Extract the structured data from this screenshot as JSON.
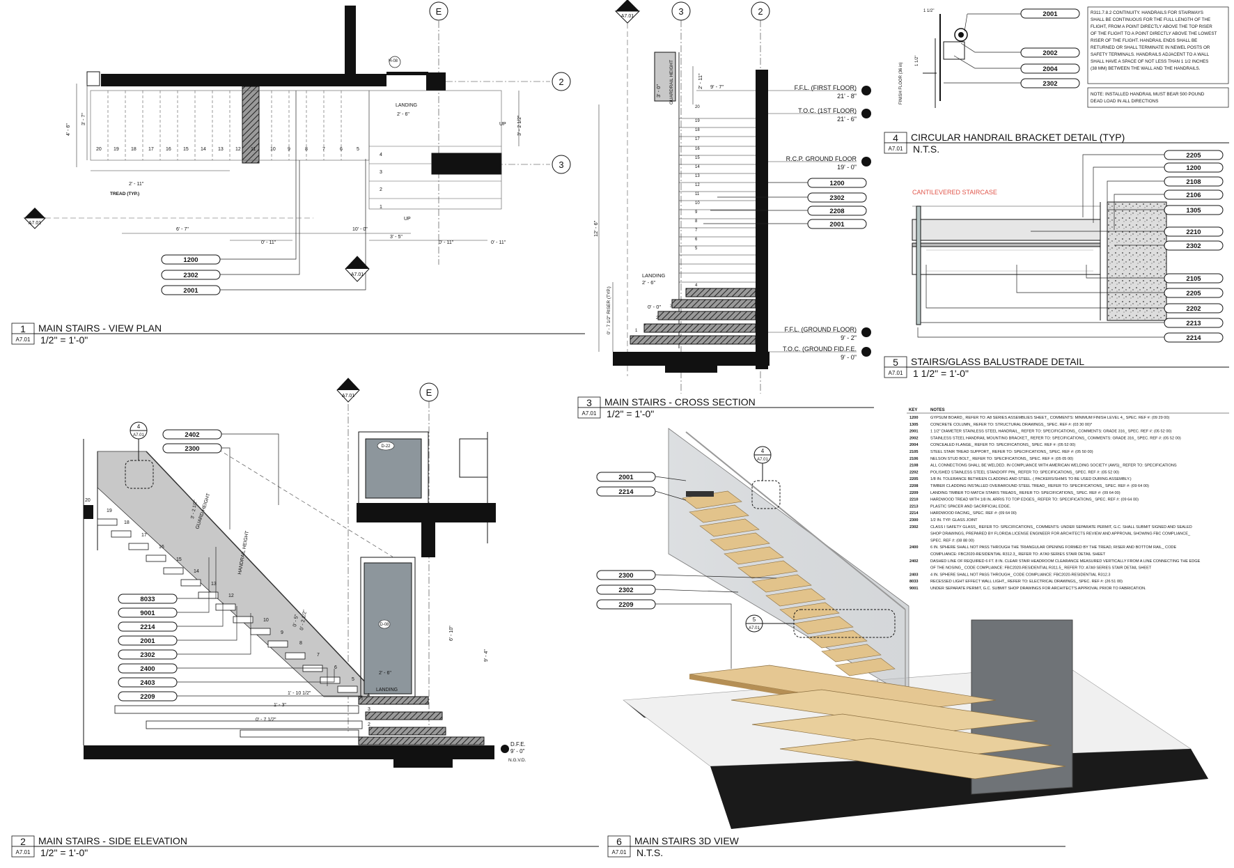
{
  "panels": {
    "p1": {
      "number": "1",
      "sheet": "A7.01",
      "title": "MAIN STAIRS - VIEW PLAN",
      "scale": "1/2\" = 1'-0\""
    },
    "p2": {
      "number": "2",
      "sheet": "A7.01",
      "title": "MAIN STAIRS - SIDE ELEVATION",
      "scale": "1/2\" = 1'-0\""
    },
    "p3": {
      "number": "3",
      "sheet": "A7.01",
      "title": "MAIN STAIRS - CROSS SECTION",
      "scale": "1/2\" = 1'-0\""
    },
    "p4": {
      "number": "4",
      "sheet": "A7.01",
      "title": "CIRCULAR HANDRAIL BRACKET DETAIL (TYP)",
      "scale": "N.T.S."
    },
    "p5": {
      "number": "5",
      "sheet": "A7.01",
      "title": "STAIRS/GLASS BALUSTRADE DETAIL",
      "scale": "1 1/2\" = 1'-0\""
    },
    "p6": {
      "number": "6",
      "sheet": "A7.01",
      "title": "MAIN STAIRS 3D VIEW",
      "scale": "N.T.S."
    }
  },
  "grid_bubbles": {
    "e": "E",
    "three": "3",
    "two": "2"
  },
  "section_markers": {
    "m2": {
      "num": "2",
      "sheet": "A7.01"
    },
    "m3": {
      "num": "3",
      "sheet": "A7.01"
    },
    "m4": {
      "num": "4",
      "sheet": "A7.01"
    },
    "m5": {
      "num": "5",
      "sheet": "A7.01"
    }
  },
  "plan": {
    "callouts": [
      "1200",
      "2302",
      "2001"
    ],
    "treads": [
      "20",
      "19",
      "18",
      "17",
      "16",
      "15",
      "14",
      "13",
      "12",
      "11",
      "10",
      "9",
      "8",
      "7",
      "6",
      "5"
    ],
    "lower_treads": [
      "4",
      "3",
      "2",
      "1"
    ],
    "labels": {
      "tread_typ": "TREAD (TYP.)",
      "landing": "LANDING",
      "up": "UP",
      "up2": "UP",
      "dim_4_6": "4' - 6\"",
      "dim_3_7": "3' - 7\"",
      "dim_2_11": "2' - 11\"",
      "dim_6_7": "6' - 7\"",
      "dim_10_0": "10' - 0\"",
      "dim_0_11a": "0' - 11\"",
      "dim_3_5": "3' - 5\"",
      "dim_0_11b": "0' - 11\"",
      "dim_0_11c": "0' - 11\"",
      "dim_3_2": "3' - 2 1/2\"",
      "dim_2_6": "2' - 6\"",
      "tag": "H-08"
    }
  },
  "elevation": {
    "callouts_top": [
      "2402",
      "2300"
    ],
    "callouts_left": [
      "8033",
      "9001",
      "2214",
      "2001",
      "2302",
      "2400",
      "2403",
      "2209"
    ],
    "labels": {
      "guard_height": "GUARD HEIGHT",
      "handrail_height": "HANDRAIL HEIGHT",
      "landing": "LANDING",
      "dfe": "D.F.E.",
      "dfe_val": "9' - 0\"",
      "ngvd": "N.G.V.D.",
      "dim_6_10": "6' - 10\"",
      "dim_9_4": "9' - 4\"",
      "dim_2_6": "2' - 6\"",
      "dim_1_10": "1' - 10 1/2\"",
      "dim_1_3": "1' - 3\"",
      "dim_0_7": "0' - 7 1/2\"",
      "dim_3_2": "3' - 2 1/2\"",
      "dim_0_5": "0' - 5\"",
      "dim_2_2": "0' - 2 1/2\"",
      "tag_d22": "D-22",
      "tag_d08": "D-08",
      "n20": "20",
      "n19": "19",
      "n18": "18",
      "n17": "17",
      "n16": "16",
      "n15": "15",
      "n14": "14",
      "n13": "13",
      "n12": "12",
      "n10": "10",
      "n9": "9",
      "n8": "8",
      "n7": "7",
      "n6": "6",
      "n5": "5",
      "n4": "4",
      "n3": "3",
      "n2": "2"
    }
  },
  "section": {
    "callouts": [
      "1200",
      "2302",
      "2208",
      "2001"
    ],
    "levels": [
      {
        "name": "F.F.L. (FIRST FLOOR)",
        "value": "21' - 8\""
      },
      {
        "name": "T.O.C. (1ST FLOOR)",
        "value": "21' - 6\""
      },
      {
        "name": "R.C.P. GROUND FLOOR",
        "value": "19' - 0\""
      },
      {
        "name": "F.F.L. (GROUND FLOOR)",
        "value": "9' - 2\""
      },
      {
        "name": "T.O.C. (GROUND FID.F.E.",
        "value": "9' - 0\""
      }
    ],
    "labels": {
      "guardrail": "GUARDRAIL HEIGHT",
      "dim_3_0": "3' - 0\"",
      "dim_2_11": "2' - 11\"",
      "dim_9_7": "9' - 7\"",
      "dim_12_6": "12' - 6\"",
      "riser": "0' - 7 1/2\" RISER (TYP.)",
      "landing": "LANDING",
      "dim_2_6": "2' - 6\"",
      "dim_0_0": "0' - 0\"",
      "n20": "20",
      "n19": "19",
      "n18": "18",
      "n17": "17",
      "n16": "16",
      "n15": "15",
      "n14": "14",
      "n13": "13",
      "n12": "12",
      "n11": "11",
      "n10": "10",
      "n9": "9",
      "n8": "8",
      "n7": "7",
      "n6": "6",
      "n5": "5",
      "n4": "4",
      "n3": "3",
      "n2": "2",
      "n1": "1"
    }
  },
  "bracket": {
    "callouts": [
      "2001",
      "2002",
      "2004",
      "2302"
    ],
    "labels": {
      "dim_1_1": "1 1/2\"",
      "dim_1_1b": "1 1/2\"",
      "finish_floor": "FINISH FLOOR (36 in)"
    },
    "code_note": [
      "R311.7.8.2 CONTINUITY. HANDRAILS FOR STAIRWAYS",
      "SHALL BE CONTINUOUS FOR THE FULL LENGTH OF THE",
      "FLIGHT, FROM A POINT DIRECTLY ABOVE THE TOP RISER",
      "OF THE FLIGHT TO A POINT DIRECTLY ABOVE THE LOWEST",
      "RISER OF THE FLIGHT. HANDRAIL ENDS SHALL BE",
      "RETURNED OR SHALL TERMINATE IN NEWEL POSTS OR",
      "SAFETY TERMINALS. HANDRAILS ADJACENT TO A WALL",
      "SHALL HAVE A SPACE OF NOT LESS THAN 1 1/2 INCHES",
      "(38 MM) BETWEEN THE WALL AND THE HANDRAILS."
    ],
    "install_note": [
      "NOTE: INSTALLED HANDRAIL MUST BEAR 500 POUND",
      "DEAD LOAD IN ALL DIRECTIONS"
    ]
  },
  "balustrade": {
    "heading": "CANTILEVERED STAIRCASE",
    "callouts": [
      "2205",
      "1200",
      "2108",
      "2106",
      "1305",
      "2210",
      "2302",
      "2105",
      "2205",
      "2202",
      "2213",
      "2214"
    ]
  },
  "view3d": {
    "callouts": [
      "2001",
      "2214",
      "2300",
      "2302",
      "2209"
    ]
  },
  "keynotes": {
    "header_key": "KEY",
    "header_notes": "NOTES",
    "rows": [
      {
        "key": "1200",
        "note": "GYPSUM BOARD_ REFER TO: A8 SERIES ASSEMBLIES SHEET_ COMMENTS: MINIMUM FINISH LEVEL 4_ SPEC. REF #: (09 29 00)"
      },
      {
        "key": "1305",
        "note": "CONCRETE COLUMN_ REFER TO: STRUCTURAL DRAWINGS_ SPEC. REF #: (03 30 00)*"
      },
      {
        "key": "2001",
        "note": "1 1/2\" DIAMETER STAINLESS STEEL HANDRAIL_ REFER TO: SPECIFICATIONS_ COMMENTS: GRADE 316_ SPEC. REF #: (05 52 00)"
      },
      {
        "key": "2002",
        "note": "STAINLESS STEEL HANDRAIL MOUNTING BRACKET_ REFER TO: SPECIFICATIONS_ COMMENTS: GRADE 316_ SPEC. REF #: (05 52 00)"
      },
      {
        "key": "2004",
        "note": "CONCEALED FLANGE_ REFER TO: SPECIFICATIONS_ SPEC. REF #: (05 52 00)"
      },
      {
        "key": "2105",
        "note": "STEEL STAIR TREAD SUPPORT_ REFER TO: SPECIFICATIONS_ SPEC. REF #: (05 50 00)"
      },
      {
        "key": "2106",
        "note": "NELSON STUD BOLT_ REFER TO: SPECIFICATIONS_ SPEC. REF #: (05 05 00)"
      },
      {
        "key": "2108",
        "note": "ALL CONNECTIONS SHALL BE WELDED. IN COMPLIANCE WITH AMERICAN WELDING SOCIETY (AWS)_ REFER TO: SPECIFICATIONS"
      },
      {
        "key": "2202",
        "note": "POLISHED STAINLESS STEEL STANDOFF PIN_ REFER TO: SPECIFICATIONS_ SPEC. REF #: (05 52 00)"
      },
      {
        "key": "2205",
        "note": "1/8 IN. TOLERANCE BETWEEN CLADDING AND STEEL. ( PACKERS/SHIMS TO BE USED DURING ASSEMBLY.)"
      },
      {
        "key": "2208",
        "note": "TIMBER CLADDING INSTALLED OVERAROUND STEEL TREAD_ REFER TO: SPECIFICATIONS_ SPEC. REF #: (09 64 00)"
      },
      {
        "key": "2209",
        "note": "LANDING TIMBER TO MATCH STAIRS TREADS_ REFER TO: SPECIFICATIONS_ SPEC. REF #: (09 64 00)"
      },
      {
        "key": "2210",
        "note": "HARDWOOD TREAD WITH 1/8 IN. ARRIS TO TOP EDGES_ REFER TO: SPECIFICATIONS_ SPEC. REF #: (09 64 00)"
      },
      {
        "key": "2213",
        "note": "PLASTIC SPACER AND SACRIFICIAL EDGE."
      },
      {
        "key": "2214",
        "note": "HARDWOOD FACING_ SPEC. REF #: (09 64 00)"
      },
      {
        "key": "2300",
        "note": "1/2 IN. TYP. GLASS JOINT"
      },
      {
        "key": "2302",
        "note": "CLASS I SAFETY GLASS_ REFER TO: SPECIFICATIONS_ COMMENTS: UNDER SEPARATE PERMIT, G.C. SHALL SUBMIT SIGNED AND SEALED"
      },
      {
        "key": "",
        "note": "SHOP DRAWINGS, PREPARED BY FLORIDA LICENSE ENGINEER FOR ARCHITECTS REVIEW AND APPROVAL SHOWING FBC COMPLIANCE_"
      },
      {
        "key": "",
        "note": "SPEC. REF #: (08 88 00)"
      },
      {
        "key": "2400",
        "note": "6 IN. SPHERE SHALL NOT PASS THROUGH THE TRIANGULAR OPENING FORMED BY THE TREAD, RISER AND BOTTOM RAIL_ CODE"
      },
      {
        "key": "",
        "note": "COMPLIANCE: FBC2020-RESIDENTIAL R312.3_ REFER TO: A7A9 SERIES STAIR DETAIL SHEET"
      },
      {
        "key": "2402",
        "note": "DASHED LINE OF REQUIRED 6 FT. 8 IN. CLEAR STAIR HEADROOM CLEARANCE MEASURED VERTICALLY FROM A LINE CONNECTING THE EDGE"
      },
      {
        "key": "",
        "note": "OF THE NOSING_ CODE COMPLIANCE: FBC2020-RESIDENTIAL R311.5_ REFER TO: A7A9 SERIES STAIR DETAIL SHEET"
      },
      {
        "key": "2403",
        "note": "4 IN. SPHERE SHALL NOT PASS THROUGH_ CODE COMPLIANCE: FBC2020-RESIDENTIAL R312.3"
      },
      {
        "key": "8033",
        "note": "RECESSED LIGHT EFFECT WALL LIGHT_ REFER TO: ELECTRICAL DRAWINGS_ SPEC. REF #: (26 51 00)"
      },
      {
        "key": "9001",
        "note": "UNDER SEPARATE PERMIT, G.C. SUBMIT SHOP DRAWINGS FOR ARCHITECT'S APPROVAL PRIOR TO FABRICATION."
      }
    ]
  }
}
